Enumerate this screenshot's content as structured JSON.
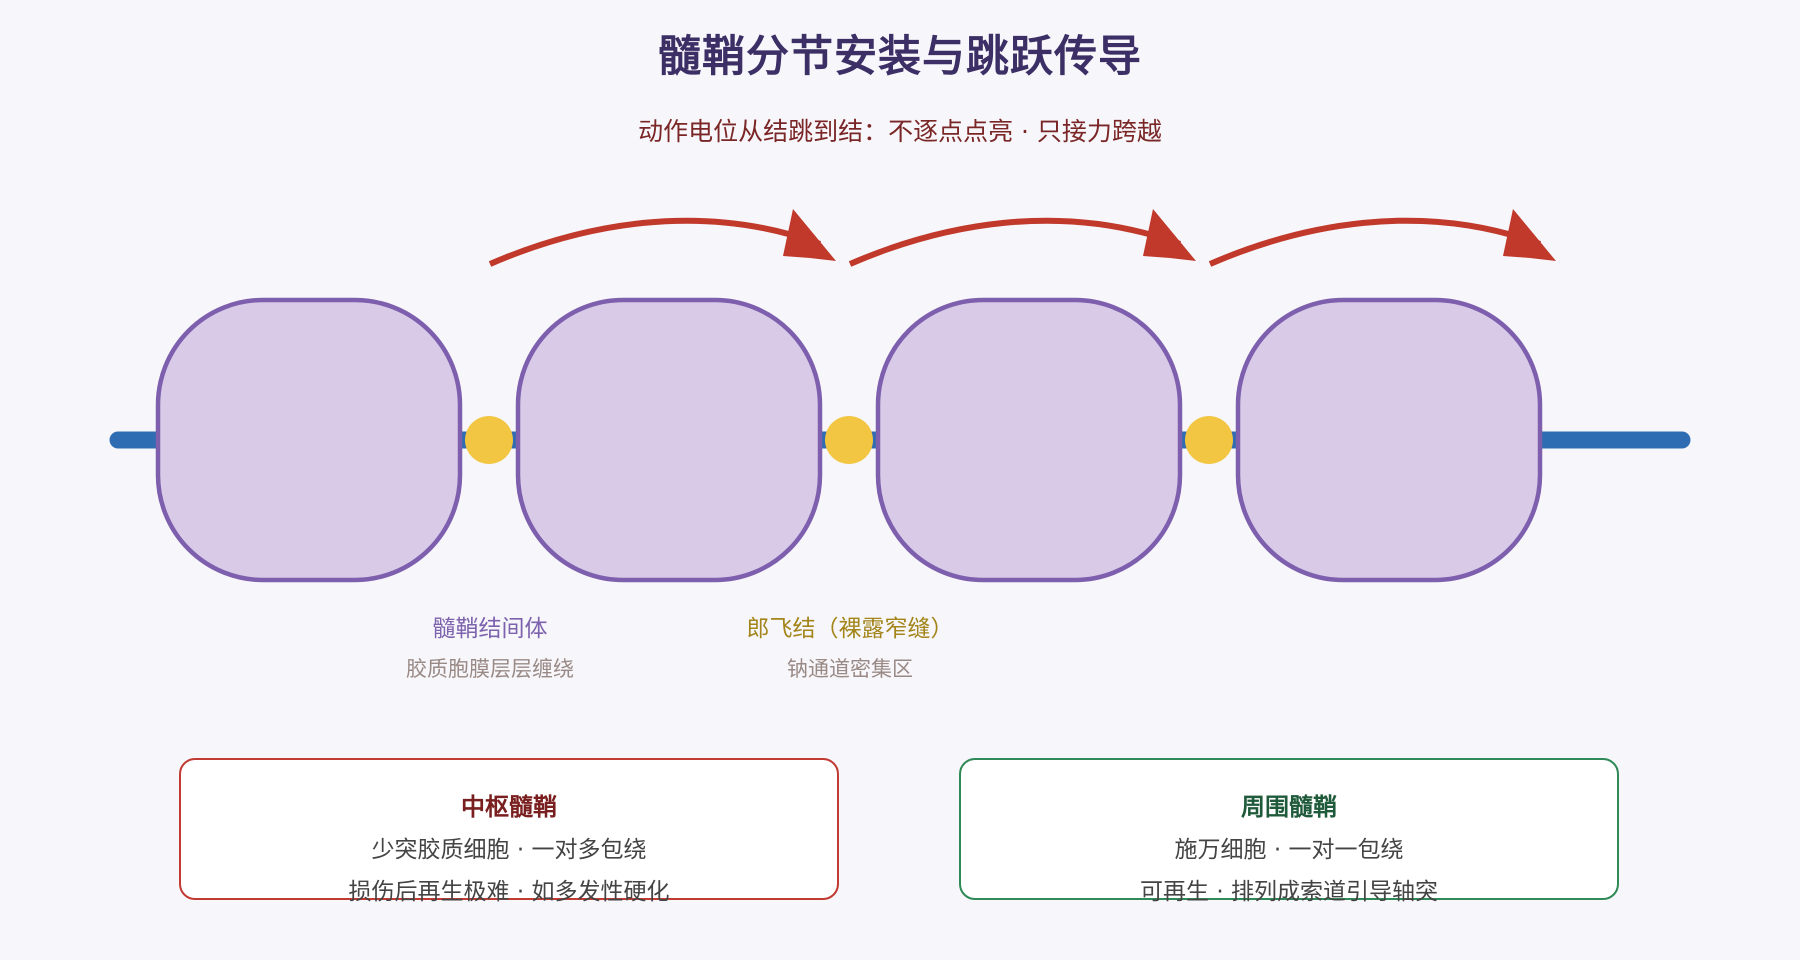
{
  "title": "髓鞘分节安装与跳跃传导",
  "subtitle": "动作电位从结跳到结：不逐点点亮 · 只接力跨越",
  "colors": {
    "axon": "#2f6db3",
    "myelin_fill": "#d9cbe8",
    "myelin_stroke": "#7d5fae",
    "node": "#f2c642",
    "arrow": "#c0392b"
  },
  "labels": {
    "internode": {
      "main": "髓鞘结间体",
      "sub": "胶质胞膜层层缠绕"
    },
    "node": {
      "main": "郎飞结（裸露窄缝）",
      "sub": "钠通道密集区"
    }
  },
  "cards": {
    "cns": {
      "heading": "中枢髓鞘",
      "lines": [
        "少突胶质细胞 · 一对多包绕",
        "损伤后再生极难 · 如多发性硬化"
      ]
    },
    "pns": {
      "heading": "周围髓鞘",
      "lines": [
        "施万细胞 · 一对一包绕",
        "可再生 · 排列成索道引导轴突"
      ]
    }
  }
}
